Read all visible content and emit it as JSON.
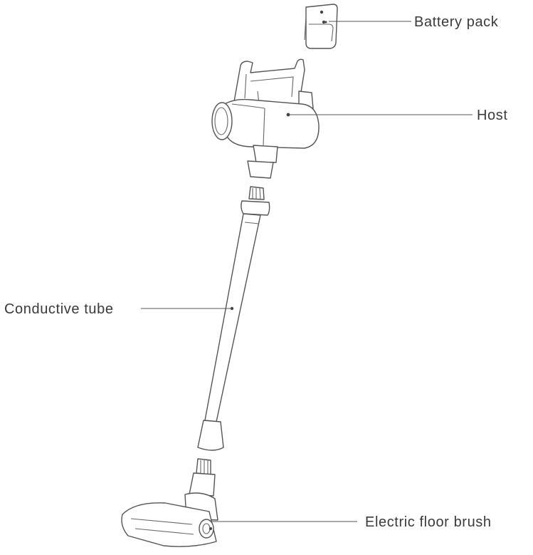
{
  "labels": {
    "battery": "Battery pack",
    "host": "Host",
    "tube": "Conductive tube",
    "brush": "Electric floor brush"
  }
}
